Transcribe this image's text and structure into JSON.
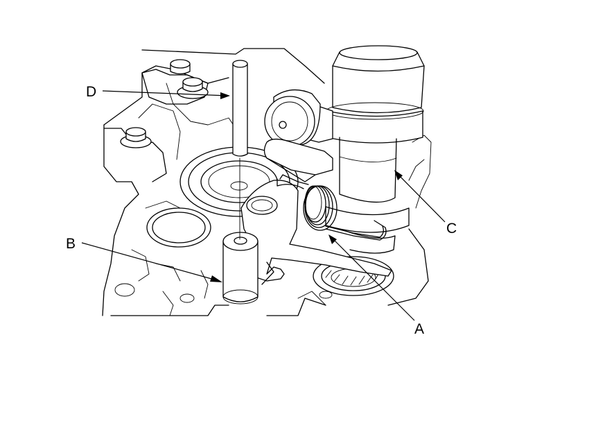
{
  "callouts": {
    "a": "A",
    "b": "B",
    "c": "C",
    "d": "D"
  }
}
